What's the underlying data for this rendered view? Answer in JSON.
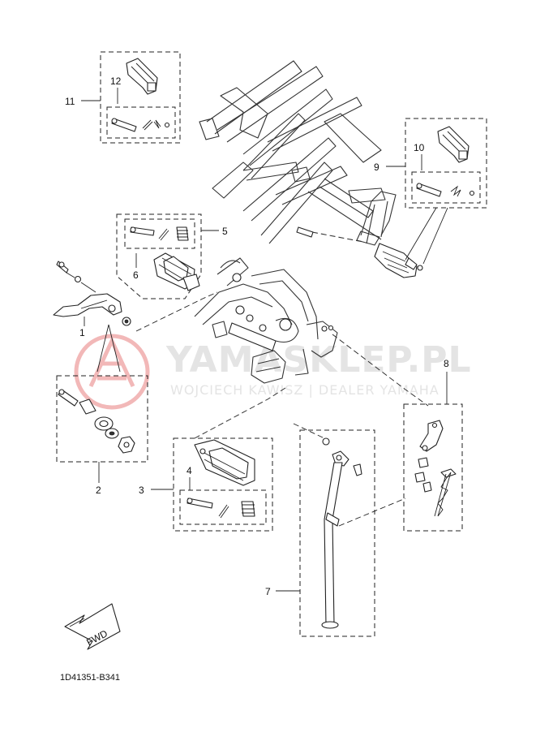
{
  "watermark": {
    "brand": "YAMASKLEP.PL",
    "dealer": "WOJCIECH KAWISZ | DEALER YAMAHA"
  },
  "diagram_code": "1D41351-B341",
  "fwd_label": "FWD",
  "callouts": {
    "p1": "1",
    "p2": "2",
    "p3": "3",
    "p4": "4",
    "p5": "5",
    "p6": "6",
    "p7": "7",
    "p8": "8",
    "p9": "9",
    "p10": "10",
    "p11": "11",
    "p12": "12"
  },
  "colors": {
    "ink": "#222222",
    "watermark": "#e4e4e4",
    "watermark_logo": "#f2b8b8"
  }
}
